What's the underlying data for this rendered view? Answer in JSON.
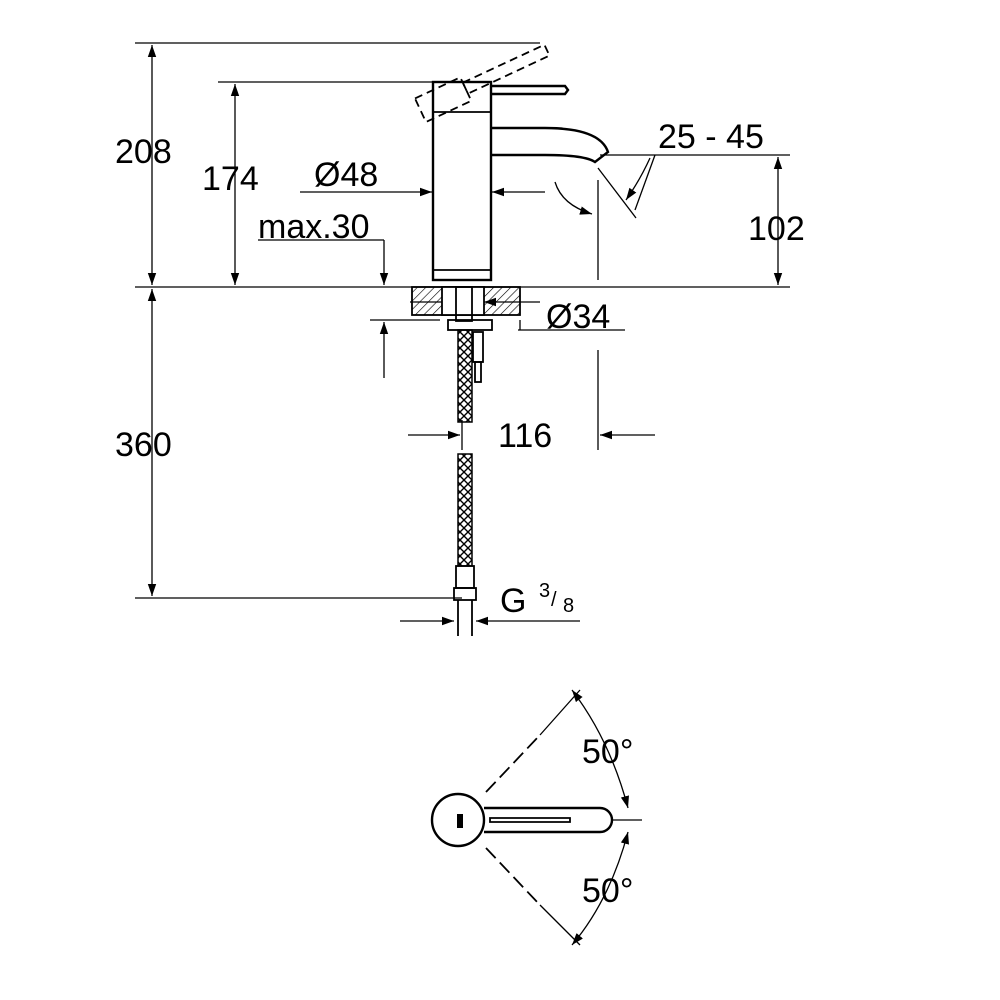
{
  "drawing": {
    "dimensions": {
      "overall_height": "208",
      "body_height": "174",
      "body_diameter": "Ø48",
      "deck_thickness": "max.30",
      "spout_angle": "25 - 45",
      "spout_height": "102",
      "hole_diameter": "Ø34",
      "hose_length": "360",
      "projection": "116",
      "connection_prefix": "G",
      "connection_num": "3",
      "connection_den": "8",
      "rotation_upper": "50°",
      "rotation_lower": "50°"
    },
    "colors": {
      "ink": "#000000",
      "paper": "#ffffff"
    }
  }
}
